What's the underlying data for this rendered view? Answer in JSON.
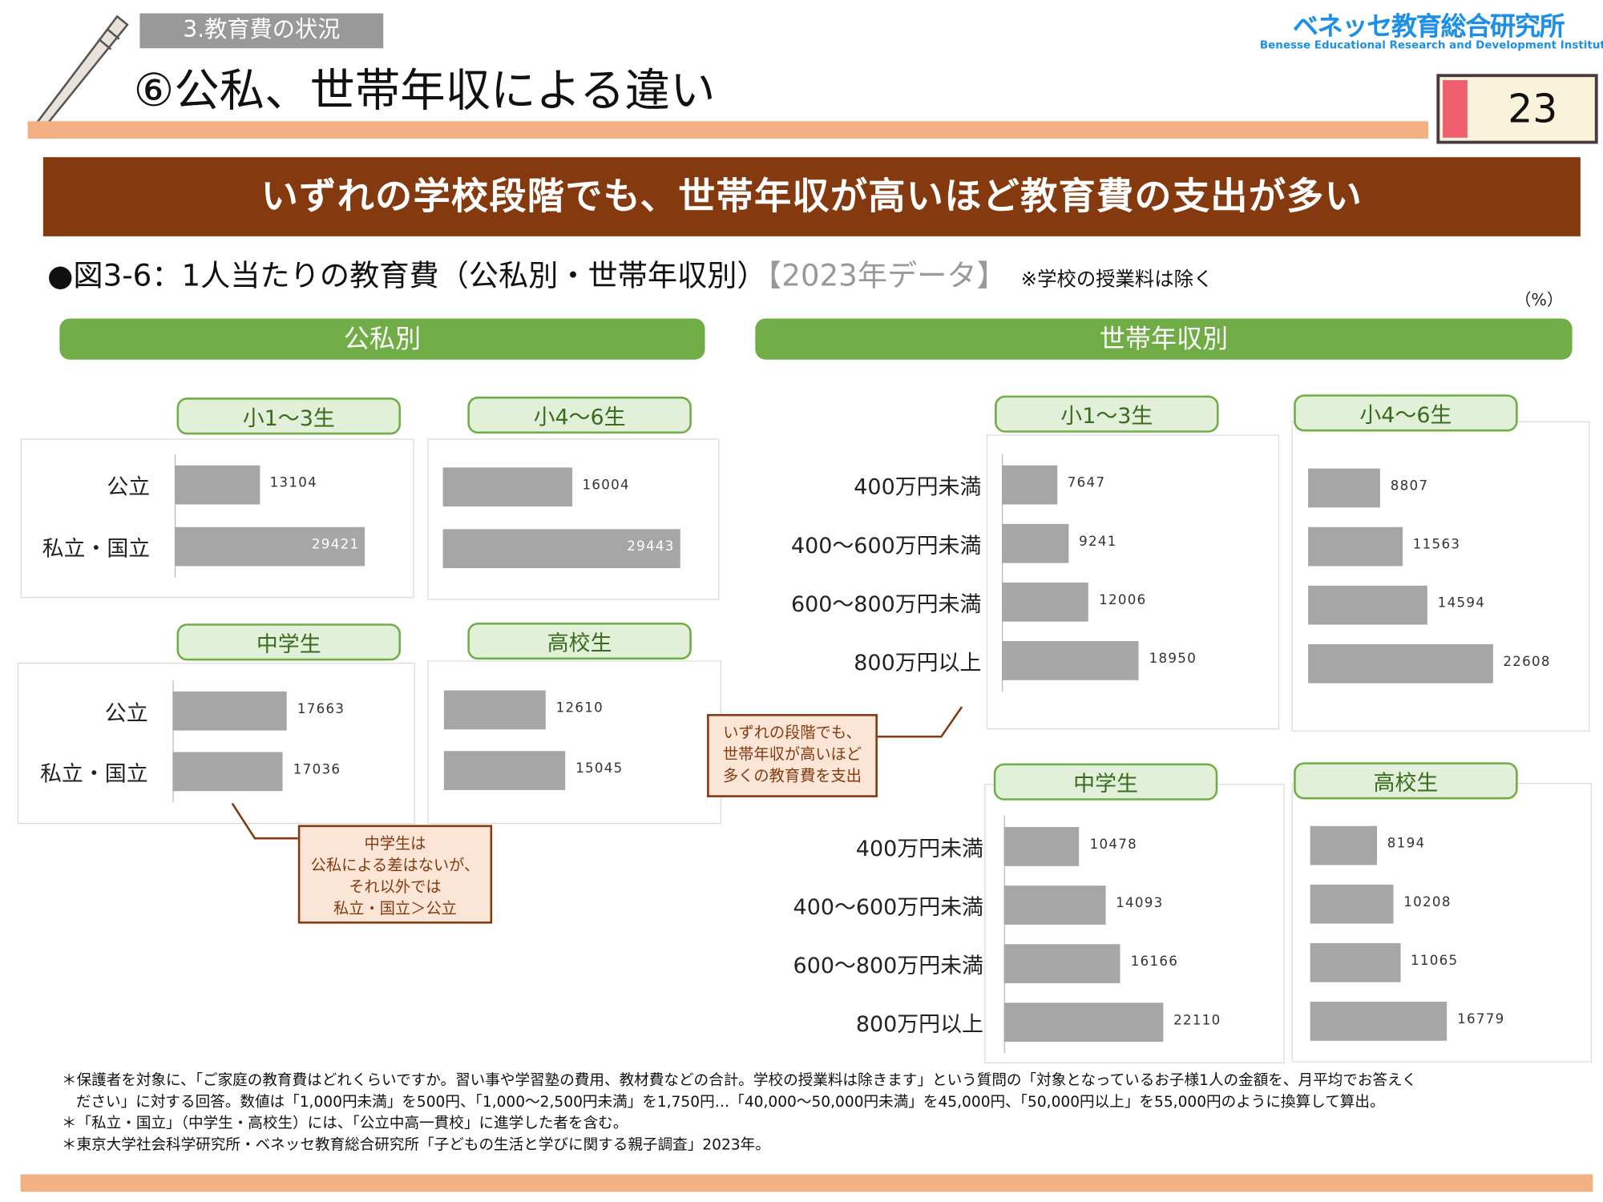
{
  "header": {
    "section_tag": "3.教育費の状況",
    "title": "⑥公私、世帯年収による違い",
    "logo_jp": "ベネッセ教育総合研究所",
    "logo_en": "Benesse  Educational Research and Development Institute",
    "page_number": "23"
  },
  "banner": "いずれの学校段階でも、世帯年収が高いほど教育費の支出が多い",
  "figure": {
    "title": "●図3-6：1人当たりの教育費（公私別・世帯年収別）",
    "year": "【2023年データ】",
    "note": "※学校の授業料は除く",
    "unit": "（%）"
  },
  "colors": {
    "green": "#70ad47",
    "brown": "#843a0e",
    "bar": "#a6a6a6",
    "orange": "#f2b083"
  },
  "chart_data": [
    {
      "type": "bar",
      "group": "公私別",
      "title": "小1～3生",
      "categories": [
        "公立",
        "私立・国立"
      ],
      "values": [
        13104,
        29421
      ]
    },
    {
      "type": "bar",
      "group": "公私別",
      "title": "小4～6生",
      "categories": [
        "公立",
        "私立・国立"
      ],
      "values": [
        16004,
        29443
      ]
    },
    {
      "type": "bar",
      "group": "公私別",
      "title": "中学生",
      "categories": [
        "公立",
        "私立・国立"
      ],
      "values": [
        17663,
        17036
      ]
    },
    {
      "type": "bar",
      "group": "公私別",
      "title": "高校生",
      "categories": [
        "公立",
        "私立・国立"
      ],
      "values": [
        12610,
        15045
      ]
    },
    {
      "type": "bar",
      "group": "世帯年収別",
      "title": "小1～3生",
      "categories": [
        "400万円未満",
        "400～600万円未満",
        "600～800万円未満",
        "800万円以上"
      ],
      "values": [
        7647,
        9241,
        12006,
        18950
      ]
    },
    {
      "type": "bar",
      "group": "世帯年収別",
      "title": "小4～6生",
      "categories": [
        "400万円未満",
        "400～600万円未満",
        "600～800万円未満",
        "800万円以上"
      ],
      "values": [
        8807,
        11563,
        14594,
        22608
      ]
    },
    {
      "type": "bar",
      "group": "世帯年収別",
      "title": "中学生",
      "categories": [
        "400万円未満",
        "400～600万円未満",
        "600～800万円未満",
        "800万円以上"
      ],
      "values": [
        10478,
        14093,
        16166,
        22110
      ]
    },
    {
      "type": "bar",
      "group": "世帯年収別",
      "title": "高校生",
      "categories": [
        "400万円未満",
        "400～600万円未満",
        "600～800万円未満",
        "800万円以上"
      ],
      "values": [
        8194,
        10208,
        11065,
        16779
      ]
    }
  ],
  "group_headers": {
    "public_private": "公私別",
    "income": "世帯年収別"
  },
  "callouts": {
    "income": [
      "いずれの段階でも、",
      "世帯年収が高いほど",
      "多くの教育費を支出"
    ],
    "junior_high": [
      "中学生は",
      "公私による差はないが、",
      "それ以外では",
      "私立・国立＞公立"
    ]
  },
  "footnotes": [
    "＊保護者を対象に、「ご家庭の教育費はどれくらいですか。習い事や学習塾の費用、教材費などの合計。学校の授業料は除きます」という質問の「対象となっているお子様1人の金額を、月平均でお答えく",
    "ださい」に対する回答。数値は「1,000円未満」を500円、「1,000～2,500円未満」を1,750円…「40,000～50,000円未満」を45,000円、「50,000円以上」を55,000円のように換算して算出。",
    "＊「私立・国立」（中学生・高校生）には、「公立中高一貫校」に進学した者を含む。",
    "＊東京大学社会科学研究所・ベネッセ教育総合研究所「子どもの生活と学びに関する親子調査」2023年。"
  ]
}
